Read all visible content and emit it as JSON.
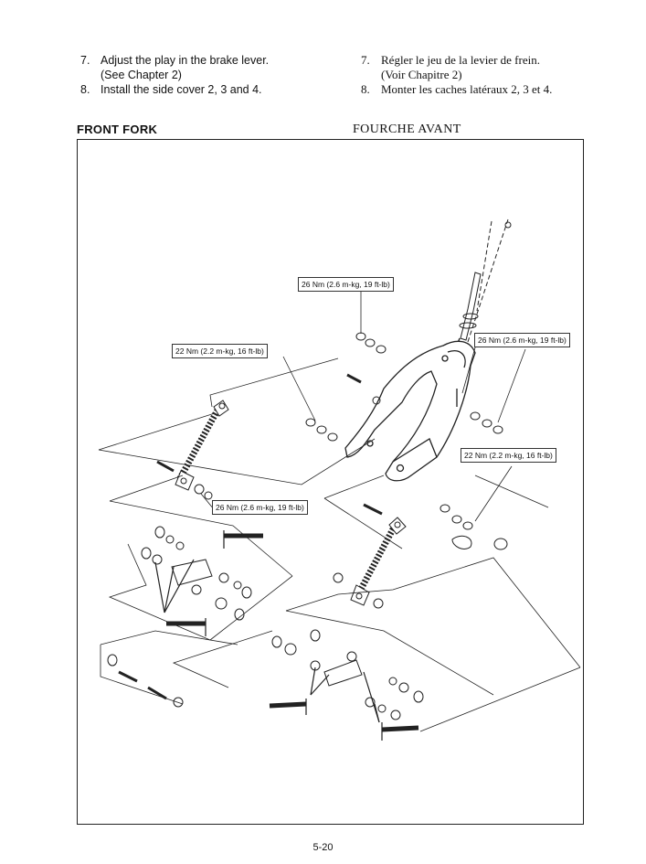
{
  "instructions_en": [
    {
      "num": "7.",
      "text": "Adjust the play in the brake lever.",
      "sub": "(See Chapter 2)"
    },
    {
      "num": "8.",
      "text": "Install the side cover 2, 3 and 4.",
      "sub": ""
    }
  ],
  "instructions_fr": [
    {
      "num": "7.",
      "text": "Régler le jeu de la levier de frein.",
      "sub": "(Voir Chapitre 2)"
    },
    {
      "num": "8.",
      "text": "Monter les caches latéraux 2, 3 et 4.",
      "sub": ""
    }
  ],
  "section": {
    "title_en": "FRONT FORK",
    "title_fr": "FOURCHE AVANT"
  },
  "torque_labels": {
    "top": "26 Nm (2.6 m-kg, 19 ft-lb)",
    "upper_left": "22 Nm (2.2 m-kg, 16 ft-lb)",
    "upper_right": "26 Nm (2.6 m-kg, 19 ft-lb)",
    "middle_right": "22 Nm (2.2 m-kg, 16 ft-lb)",
    "middle_left": "26 Nm (2.6 m-kg, 19 ft-lb)"
  },
  "page_number": "5-20"
}
